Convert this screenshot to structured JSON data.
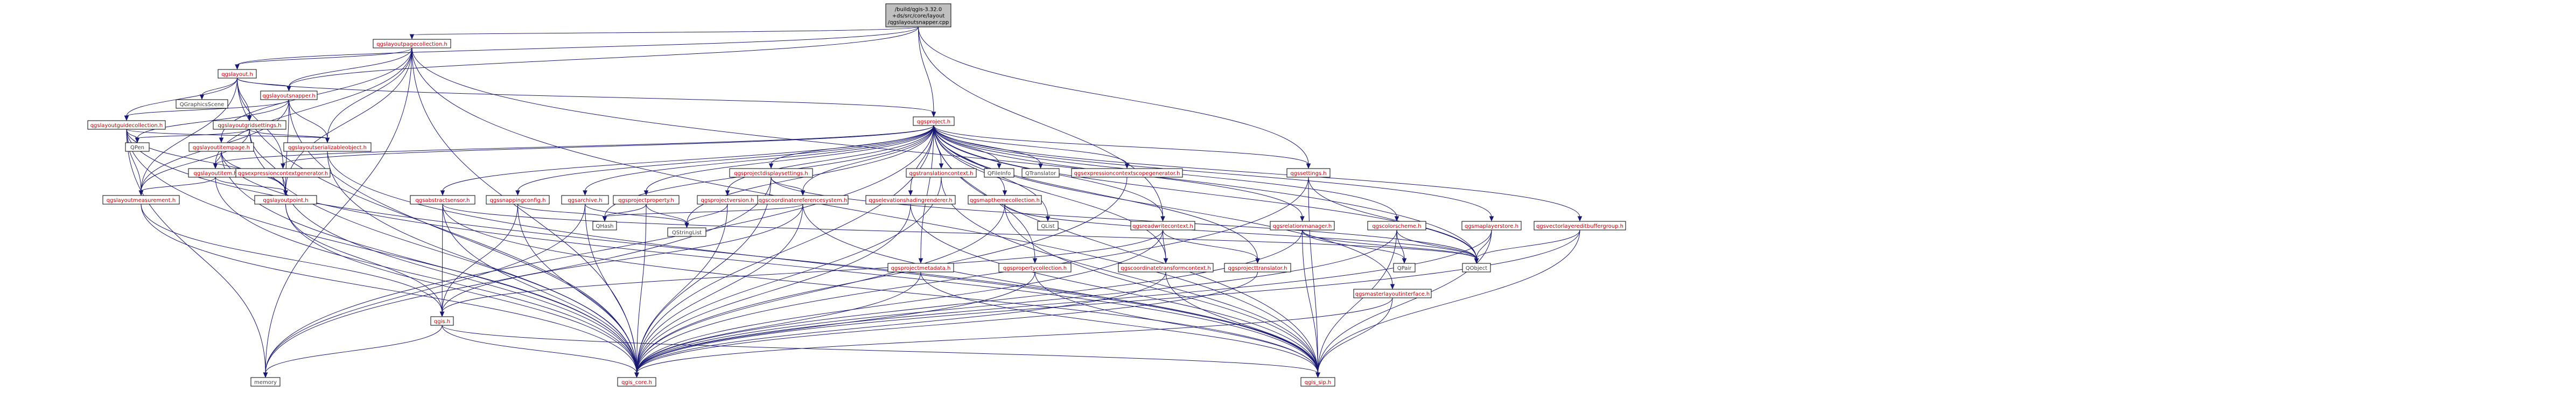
{
  "colors": {
    "root_fill": "#bfbfbf",
    "node_fill": "#ffffff",
    "node_border": "#000000",
    "linked_text": "#c00000",
    "external_text": "#404040",
    "edge": "#191970"
  },
  "nodes": [
    {
      "id": "root",
      "lines": [
        "/build/qgis-3.32.0",
        "+ds/src/core/layout",
        "/qgslayoutsnapper.cpp"
      ],
      "style": "root"
    },
    {
      "id": "pagecoll",
      "lines": [
        "qgslayoutpagecollection.h"
      ],
      "style": "linked"
    },
    {
      "id": "layout",
      "lines": [
        "qgslayout.h"
      ],
      "style": "linked"
    },
    {
      "id": "qgraphicsscene",
      "lines": [
        "QGraphicsScene"
      ],
      "style": "external"
    },
    {
      "id": "snapper",
      "lines": [
        "qgslayoutsnapper.h"
      ],
      "style": "linked"
    },
    {
      "id": "guidecoll",
      "lines": [
        "qgslayoutguidecollection.h"
      ],
      "style": "linked"
    },
    {
      "id": "gridsettings",
      "lines": [
        "qgslayoutgridsettings.h"
      ],
      "style": "linked"
    },
    {
      "id": "qpen",
      "lines": [
        "QPen"
      ],
      "style": "external"
    },
    {
      "id": "serializable",
      "lines": [
        "qgslayoutserializableobject.h"
      ],
      "style": "linked"
    },
    {
      "id": "itempage",
      "lines": [
        "qgslayoutitempage.h"
      ],
      "style": "linked"
    },
    {
      "id": "layoutitem",
      "lines": [
        "qgslayoutitem.h"
      ],
      "style": "linked"
    },
    {
      "id": "exprctxgen",
      "lines": [
        "qgsexpressioncontextgenerator.h"
      ],
      "style": "linked"
    },
    {
      "id": "measurement",
      "lines": [
        "qgslayoutmeasurement.h"
      ],
      "style": "linked"
    },
    {
      "id": "layoutpoint",
      "lines": [
        "qgslayoutpoint.h"
      ],
      "style": "linked"
    },
    {
      "id": "memory",
      "lines": [
        "memory"
      ],
      "style": "external"
    },
    {
      "id": "qgis_core",
      "lines": [
        "qgis_core.h"
      ],
      "style": "linked"
    },
    {
      "id": "qgis_sip",
      "lines": [
        "qgis_sip.h"
      ],
      "style": "linked"
    },
    {
      "id": "qgis",
      "lines": [
        "qgis.h"
      ],
      "style": "linked"
    },
    {
      "id": "project",
      "lines": [
        "qgsproject.h"
      ],
      "style": "linked"
    },
    {
      "id": "abstractsensor",
      "lines": [
        "qgsabstractsensor.h"
      ],
      "style": "linked"
    },
    {
      "id": "snappingconfig",
      "lines": [
        "qgssnappingconfig.h"
      ],
      "style": "linked"
    },
    {
      "id": "archive",
      "lines": [
        "qgsarchive.h"
      ],
      "style": "linked"
    },
    {
      "id": "projectproperty",
      "lines": [
        "qgsprojectproperty.h"
      ],
      "style": "linked"
    },
    {
      "id": "projectversion",
      "lines": [
        "qgsprojectversion.h"
      ],
      "style": "linked"
    },
    {
      "id": "projectdisplay",
      "lines": [
        "qgsprojectdisplaysettings.h"
      ],
      "style": "linked"
    },
    {
      "id": "crs",
      "lines": [
        "qgscoordinatereferencesystem.h"
      ],
      "style": "linked"
    },
    {
      "id": "translationctx",
      "lines": [
        "qgstranslationcontext.h"
      ],
      "style": "linked"
    },
    {
      "id": "elevshading",
      "lines": [
        "qgselevationshadingrenderer.h"
      ],
      "style": "linked"
    },
    {
      "id": "mapthemecoll",
      "lines": [
        "qgsmapthemecollection.h"
      ],
      "style": "linked"
    },
    {
      "id": "qfileinfo",
      "lines": [
        "QFileInfo"
      ],
      "style": "external"
    },
    {
      "id": "qtranslator",
      "lines": [
        "QTranslator"
      ],
      "style": "external"
    },
    {
      "id": "exprctxscopegen",
      "lines": [
        "qgsexpressioncontextscopegenerator.h"
      ],
      "style": "linked"
    },
    {
      "id": "qlist",
      "lines": [
        "QList"
      ],
      "style": "external"
    },
    {
      "id": "qhash",
      "lines": [
        "QHash"
      ],
      "style": "external"
    },
    {
      "id": "qstringlist",
      "lines": [
        "QStringList"
      ],
      "style": "external"
    },
    {
      "id": "projectmetadata",
      "lines": [
        "qgsprojectmetadata.h"
      ],
      "style": "linked"
    },
    {
      "id": "propertycoll",
      "lines": [
        "qgspropertycollection.h"
      ],
      "style": "linked"
    },
    {
      "id": "readwritectx",
      "lines": [
        "qgsreadwritecontext.h"
      ],
      "style": "linked"
    },
    {
      "id": "coordtransctx",
      "lines": [
        "qgscoordinatetransformcontext.h"
      ],
      "style": "linked"
    },
    {
      "id": "projecttranslator",
      "lines": [
        "qgsprojecttranslator.h"
      ],
      "style": "linked"
    },
    {
      "id": "relationmgr",
      "lines": [
        "qgsrelationmanager.h"
      ],
      "style": "linked"
    },
    {
      "id": "masterlayout",
      "lines": [
        "qgsmasterlayoutinterface.h"
      ],
      "style": "linked"
    },
    {
      "id": "colorscheme",
      "lines": [
        "qgscolorscheme.h"
      ],
      "style": "linked"
    },
    {
      "id": "qpair",
      "lines": [
        "QPair"
      ],
      "style": "external"
    },
    {
      "id": "maplayerstore",
      "lines": [
        "qgsmaplayerstore.h"
      ],
      "style": "linked"
    },
    {
      "id": "vectorlayereditbuffer",
      "lines": [
        "qgsvectorlayereditbuffergroup.h"
      ],
      "style": "linked"
    },
    {
      "id": "qobject",
      "lines": [
        "QObject"
      ],
      "style": "external"
    },
    {
      "id": "settings",
      "lines": [
        "qgssettings.h"
      ],
      "style": "linked"
    }
  ]
}
